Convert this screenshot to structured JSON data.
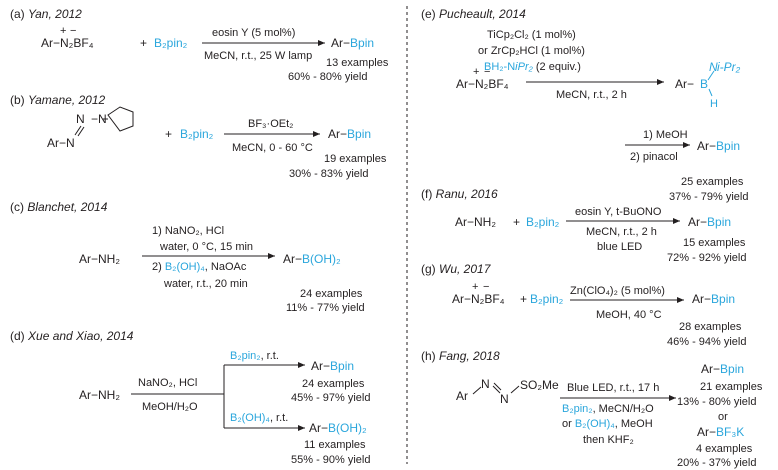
{
  "colors": {
    "ink": "#231f20",
    "reagent_blue": "#2aa6dc"
  },
  "panels": {
    "a": {
      "label": "(a)",
      "author": "Yan, 2012",
      "substrate": "Ar−N₂BF₄",
      "plus": "+",
      "reagent": "B₂pin₂",
      "cond_above": "eosin Y (5 mol%)",
      "cond_below": "MeCN, r.t., 25 W lamp",
      "product": "Ar−Bpin",
      "examples": "13 examples",
      "yield": "60% - 80% yield"
    },
    "b": {
      "label": "(b)",
      "author": "Yamane, 2012",
      "substrate": "Ar−N",
      "plus": "+",
      "reagent": "B₂pin₂",
      "cond_above": "BF₃·OEt₂",
      "cond_below": "MeCN, 0 - 60 °C",
      "product": "Ar−Bpin",
      "examples": "19 examples",
      "yield": "30% - 83% yield"
    },
    "c": {
      "label": "(c)",
      "author": "Blanchet, 2014",
      "substrate": "Ar−NH₂",
      "cond1": "1) NaNO₂, HCl",
      "cond2": "water, 0 °C, 15 min",
      "cond3a": "2) ",
      "cond3b": "B₂(OH)₄",
      "cond3c": ", NaOAc",
      "cond4": "water, r.t., 20 min",
      "product_a": "Ar−",
      "product_b": "B(OH)₂",
      "examples": "24 examples",
      "yield": "11% - 77% yield"
    },
    "d": {
      "label": "(d)",
      "author": "Xue and Xiao, 2014",
      "substrate": "Ar−NH₂",
      "cond_above": "NaNO₂, HCl",
      "cond_below": "MeOH/H₂O",
      "upper_reagent": "B₂pin₂",
      "upper_cond": ", r.t.",
      "upper_product": "Ar−Bpin",
      "upper_examples": "24 examples",
      "upper_yield": "45% - 97% yield",
      "lower_reagent": "B₂(OH)₄",
      "lower_cond": ", r.t.",
      "lower_product_a": "Ar−",
      "lower_product_b": "B(OH)₂",
      "lower_examples": "11 examples",
      "lower_yield": "55% - 90% yield"
    },
    "e": {
      "label": "(e)",
      "author": "Pucheault, 2014",
      "substrate": "Ar−N₂BF₄",
      "cond1": "TiCp₂Cl₂ (1 mol%)",
      "cond2": "or ZrCp₂HCl (1 mol%)",
      "cond3a": "BH₂-N",
      "cond3b": "iPr₂",
      "cond3c": " (2 equiv.)",
      "cond4": "MeCN, r.t., 2 h",
      "product_ar": "Ar−",
      "product_b": "B",
      "product_h": "H",
      "product_n": "N",
      "product_ipr": "i-Pr₂",
      "step2_1": "1) MeOH",
      "step2_2": "2) pinacol",
      "step2_product": "Ar−Bpin",
      "examples": "25 examples",
      "yield": "37% - 79% yield"
    },
    "f": {
      "label": "(f)",
      "author": "Ranu, 2016",
      "substrate": "Ar−NH₂",
      "plus": "+",
      "reagent": "B₂pin₂",
      "cond1": "eosin Y, t-BuONO",
      "cond2": "MeCN, r.t., 2 h",
      "cond3": "blue LED",
      "product": "Ar−Bpin",
      "examples": "15 examples",
      "yield": "72% - 92% yield"
    },
    "g": {
      "label": "(g)",
      "author": "Wu, 2017",
      "substrate": "Ar−N₂BF₄",
      "plus": "+",
      "reagent": "B₂pin₂",
      "cond_above": "Zn(ClO₄)₂ (5 mol%)",
      "cond_below": "MeOH, 40 °C",
      "product": "Ar−Bpin",
      "examples": "28 examples",
      "yield": "46% - 94% yield"
    },
    "h": {
      "label": "(h)",
      "author": "Fang, 2018",
      "substrate_ar": "Ar",
      "substrate_n": "N",
      "substrate_so2me": "SO₂Me",
      "cond1": "Blue LED, r.t., 17 h",
      "cond2a": "B₂pin₂",
      "cond2b": ", MeCN/H₂O",
      "cond3a": "or ",
      "cond3b": "B₂(OH)₄",
      "cond3c": ", MeOH",
      "cond4": "then KHF₂",
      "product1_a": "Ar−",
      "product1_b": "Bpin",
      "examples1": "21 examples",
      "yield1": "13% - 80% yield",
      "or": "or",
      "product2_a": "Ar−",
      "product2_b": "BF₃K",
      "examples2": "4 examples",
      "yield2": "20% - 37% yield"
    }
  }
}
